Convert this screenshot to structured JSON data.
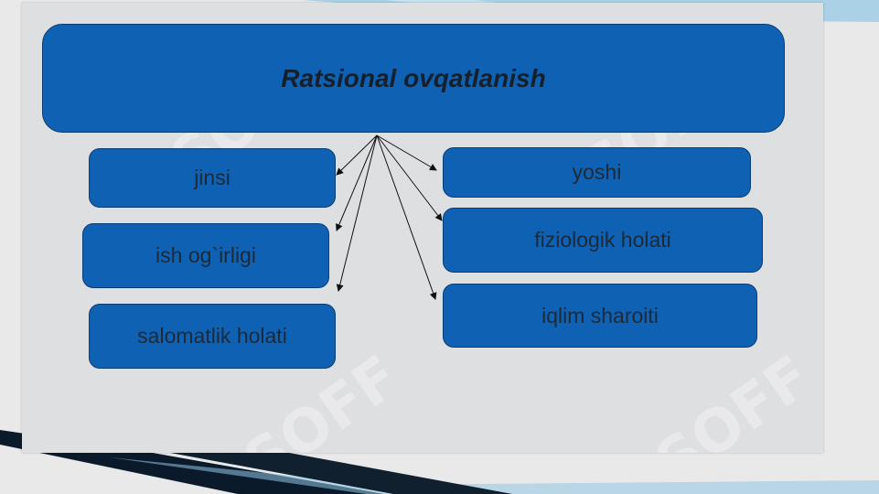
{
  "diagram": {
    "title": "Ratsional ovqatlanish",
    "left_factors": [
      "jinsi",
      "ish og`irligi",
      "salomatlik holati"
    ],
    "right_factors": [
      "yoshi",
      "fiziologik holati",
      "iqlim sharoiti"
    ]
  },
  "watermark": {
    "text": "SOFF"
  },
  "colors": {
    "box_fill": "#0e61b3",
    "box_border": "#0a3d73",
    "slide_background": "#dedfe1",
    "page_background": "#e9e9e9",
    "accent_stripe": "#8fc6e4"
  }
}
